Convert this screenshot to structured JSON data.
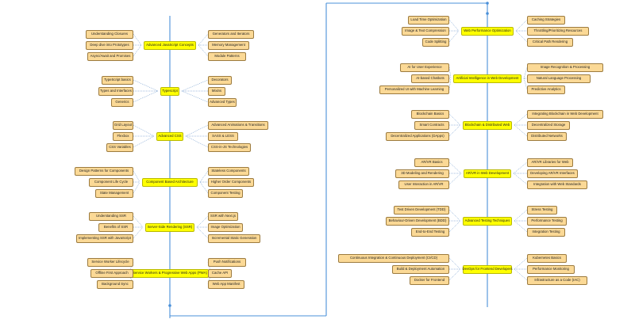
{
  "colors": {
    "hub_fill": "#ffff00",
    "leaf_fill": "#fbd996",
    "spine": "#4a90d9",
    "connector": "#4a7fc0"
  },
  "columns": [
    {
      "groups": [
        {
          "title": "Advanced JavaScript Concepts",
          "left": [
            "Understanding Closures",
            "Deep dive into Prototypes",
            "Async/Await and Promises"
          ],
          "right": [
            "Generators and Iterators",
            "Memory Management",
            "Module Patterns"
          ]
        },
        {
          "title": "Typescript",
          "left": [
            "TypeScript basics",
            "Types and Interfaces",
            "Generics"
          ],
          "right": [
            "Decorators",
            "Mixins",
            "Advanced Types"
          ]
        },
        {
          "title": "Advanced CSS",
          "left": [
            "Grid Layout",
            "Flexbox",
            "CSS Variables"
          ],
          "right": [
            "Advanced Animations & Transitions",
            "SASS & LESS",
            "CSS-in-JS Technologies"
          ]
        },
        {
          "title": "Component Based Architecture",
          "left": [
            "Design Patterns for Components",
            "Component Life Cycle",
            "State Management"
          ],
          "right": [
            "Stateless Components",
            "Higher Order Components",
            "Component Testing"
          ]
        },
        {
          "title": "Server-Side Rendering (SSR)",
          "left": [
            "Understanding SSR",
            "Benefits of SSR",
            "Implementing SSR with JavaScript"
          ],
          "right": [
            "SSR with Next.js",
            "Image Optimization",
            "Incremental Static Generation"
          ]
        },
        {
          "title": "Service Workers & Progressive Web Apps (PWA)",
          "left": [
            "Service Worker Lifecycle",
            "Offline First Approach",
            "Background Sync"
          ],
          "right": [
            "Push Notifications",
            "Cache API",
            "Web App Manifest"
          ]
        }
      ]
    },
    {
      "groups": [
        {
          "title": "Web Performance Optimization",
          "left": [
            "Load Time Optimization",
            "Image & Text Compression",
            "Code Splitting"
          ],
          "right": [
            "Caching Strategies",
            "Throttling/Prioritizing Resources",
            "Critical Path Rendering"
          ]
        },
        {
          "title": "Artificial Intelligence in Web Development",
          "left": [
            "AI for User Experience",
            "AI-based Chatbots",
            "Personalized UI with Machine Learning"
          ],
          "right": [
            "Image Recognition & Processing",
            "Natural Language Processing",
            "Predictive Analytics"
          ]
        },
        {
          "title": "Blockchain & Distributed Web",
          "left": [
            "Blockchain Basics",
            "Smart Contracts",
            "Decentralized Applications (DApps)"
          ],
          "right": [
            "Integrating Blockchain in Web Development",
            "Decentralized Storage",
            "Distributed Networks"
          ]
        },
        {
          "title": "AR/VR in Web Development",
          "left": [
            "AR/VR Basics",
            "3D Modeling and Rendering",
            "User Interaction in AR/VR"
          ],
          "right": [
            "AR/VR Libraries for Web",
            "Developing AR/VR Interfaces",
            "Integration with Web Standards"
          ]
        },
        {
          "title": "Advanced Testing Techniques",
          "left": [
            "Test Driven Development (TDD)",
            "Behaviour-Driven Development (BDD)",
            "End-to-End Testing"
          ],
          "right": [
            "Stress Testing",
            "Performance Testing",
            "Integration Testing"
          ]
        },
        {
          "title": "DevOps for Frontend Developers",
          "left": [
            "Continuous Integration & Continuous Deployment (CI/CD)",
            "Build & Deployment Automation",
            "Docker for Frontend"
          ],
          "right": [
            "Kubernetes Basics",
            "Performance Monitoring",
            "Infrastructure as a Code (IAC)"
          ]
        }
      ]
    }
  ]
}
